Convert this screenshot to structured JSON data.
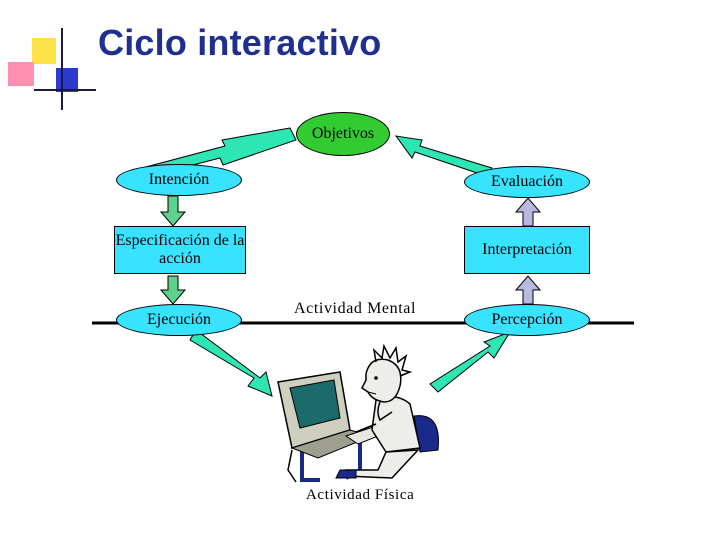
{
  "slide": {
    "title": "Ciclo interactivo"
  },
  "nodes": {
    "objetivos": "Objetivos",
    "intencion": "Intención",
    "evaluacion": "Evaluación",
    "especificacion": "Especificación de la acción",
    "interpretacion": "Interpretación",
    "ejecucion": "Ejecución",
    "percepcion": "Percepción"
  },
  "labels": {
    "actividad_mental": "Actividad Mental",
    "actividad_fisica": "Actividad Física"
  },
  "colors": {
    "title": "#1f2f8f",
    "cyan_node": "#37e3ff",
    "goal_node": "#32cc32",
    "arrow_fill": "#2ee6b4",
    "down_arrow_fill": "#5cd28c",
    "up_arrow_fill": "#b8b8e0",
    "logo_yellow": "#ffe14a",
    "logo_pink": "#ff8fb0",
    "logo_blue": "#2b3bd1"
  },
  "icons": [
    "slide-logo-icon",
    "person-at-computer-icon"
  ]
}
